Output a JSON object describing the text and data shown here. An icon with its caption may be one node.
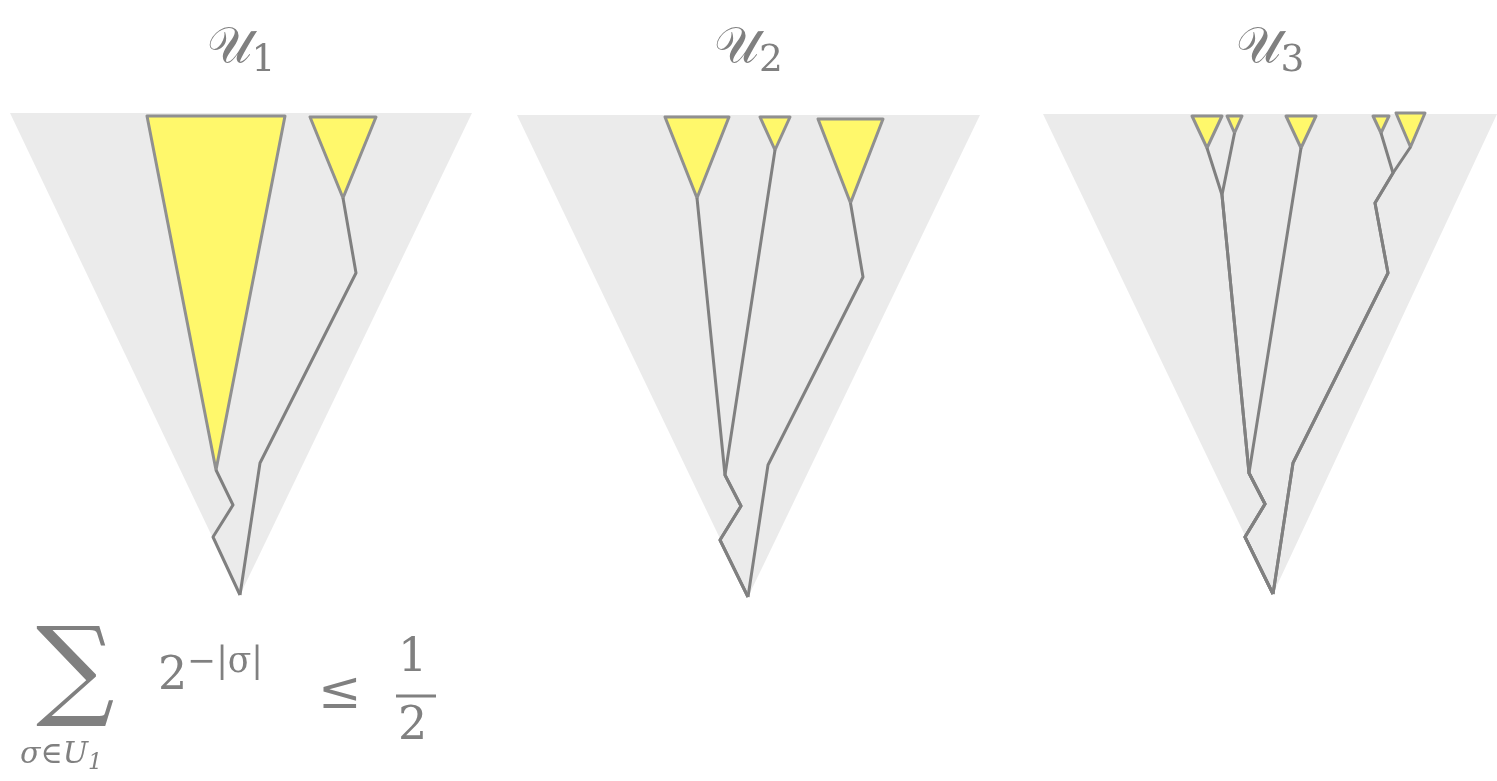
{
  "diagram": {
    "nodes": [
      {
        "text": [
          "𝒰$_{1}$"
        ]
      },
      {
        "text": [],
        "shape": "triangle",
        "in": 0
      },
      {
        "text": [],
        "shape": "triangle",
        "in": 0
      },
      {
        "text": [
          "𝒰$_{2}$"
        ]
      },
      {
        "text": [],
        "shape": "triangle",
        "in": 3
      },
      {
        "text": [],
        "shape": "triangle",
        "in": 3
      },
      {
        "text": [],
        "shape": "triangle",
        "in": 3
      },
      {
        "text": [
          "𝒰$_{3}$"
        ]
      },
      {
        "text": [],
        "shape": "triangle",
        "in": 7
      },
      {
        "text": [],
        "shape": "triangle",
        "in": 7
      },
      {
        "text": [],
        "shape": "triangle",
        "in": 7
      },
      {
        "text": [],
        "shape": "triangle",
        "in": 7
      },
      {
        "text": [],
        "shape": "triangle",
        "in": 7
      }
    ],
    "edges": [
      {
        "from": 0,
        "to": 1,
        "arrow": "none"
      },
      {
        "from": 0,
        "to": 2,
        "arrow": "none"
      },
      {
        "from": 3,
        "to": 4,
        "arrow": "none"
      },
      {
        "from": 3,
        "to": 5,
        "arrow": "none"
      },
      {
        "from": 3,
        "to": 6,
        "arrow": "none"
      },
      {
        "from": 7,
        "to": 8,
        "arrow": "none"
      },
      {
        "from": 7,
        "to": 9,
        "arrow": "none"
      },
      {
        "from": 7,
        "to": 10,
        "arrow": "none"
      },
      {
        "from": 7,
        "to": 11,
        "arrow": "none"
      },
      {
        "from": 7,
        "to": 12,
        "arrow": "none"
      }
    ],
    "labels": [
      "∑",
      "σ∈U$_{1}$",
      "2$^{−|σ|}$",
      "≤",
      "1",
      "2"
    ]
  }
}
